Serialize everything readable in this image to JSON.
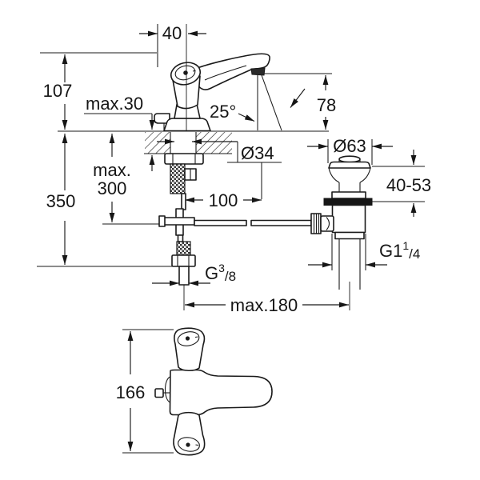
{
  "meta": {
    "description": "Technical dimension drawing of a single-lever basin mixer tap with pop-up waste, side view, below-deck connections and plan view",
    "colors": {
      "line": "#1a1a1a",
      "background": "#ffffff",
      "gasket": "#161616",
      "aerator": "#2a2a2a"
    }
  },
  "dims": {
    "d40": "40",
    "d107": "107",
    "dmax30": "max.30",
    "d25": "25°",
    "d78": "78",
    "do34": "Ø34",
    "do63": "Ø63",
    "dmax300_1": "max.",
    "dmax300_2": "300",
    "d350": "350",
    "d100": "100",
    "d4053": "40-53",
    "g114": {
      "base": "G1",
      "sup": "1",
      "frac": "/4"
    },
    "g38": {
      "base": "G",
      "sup": "3",
      "frac": "/8"
    },
    "dmax180": "max.180",
    "d166": "166"
  }
}
